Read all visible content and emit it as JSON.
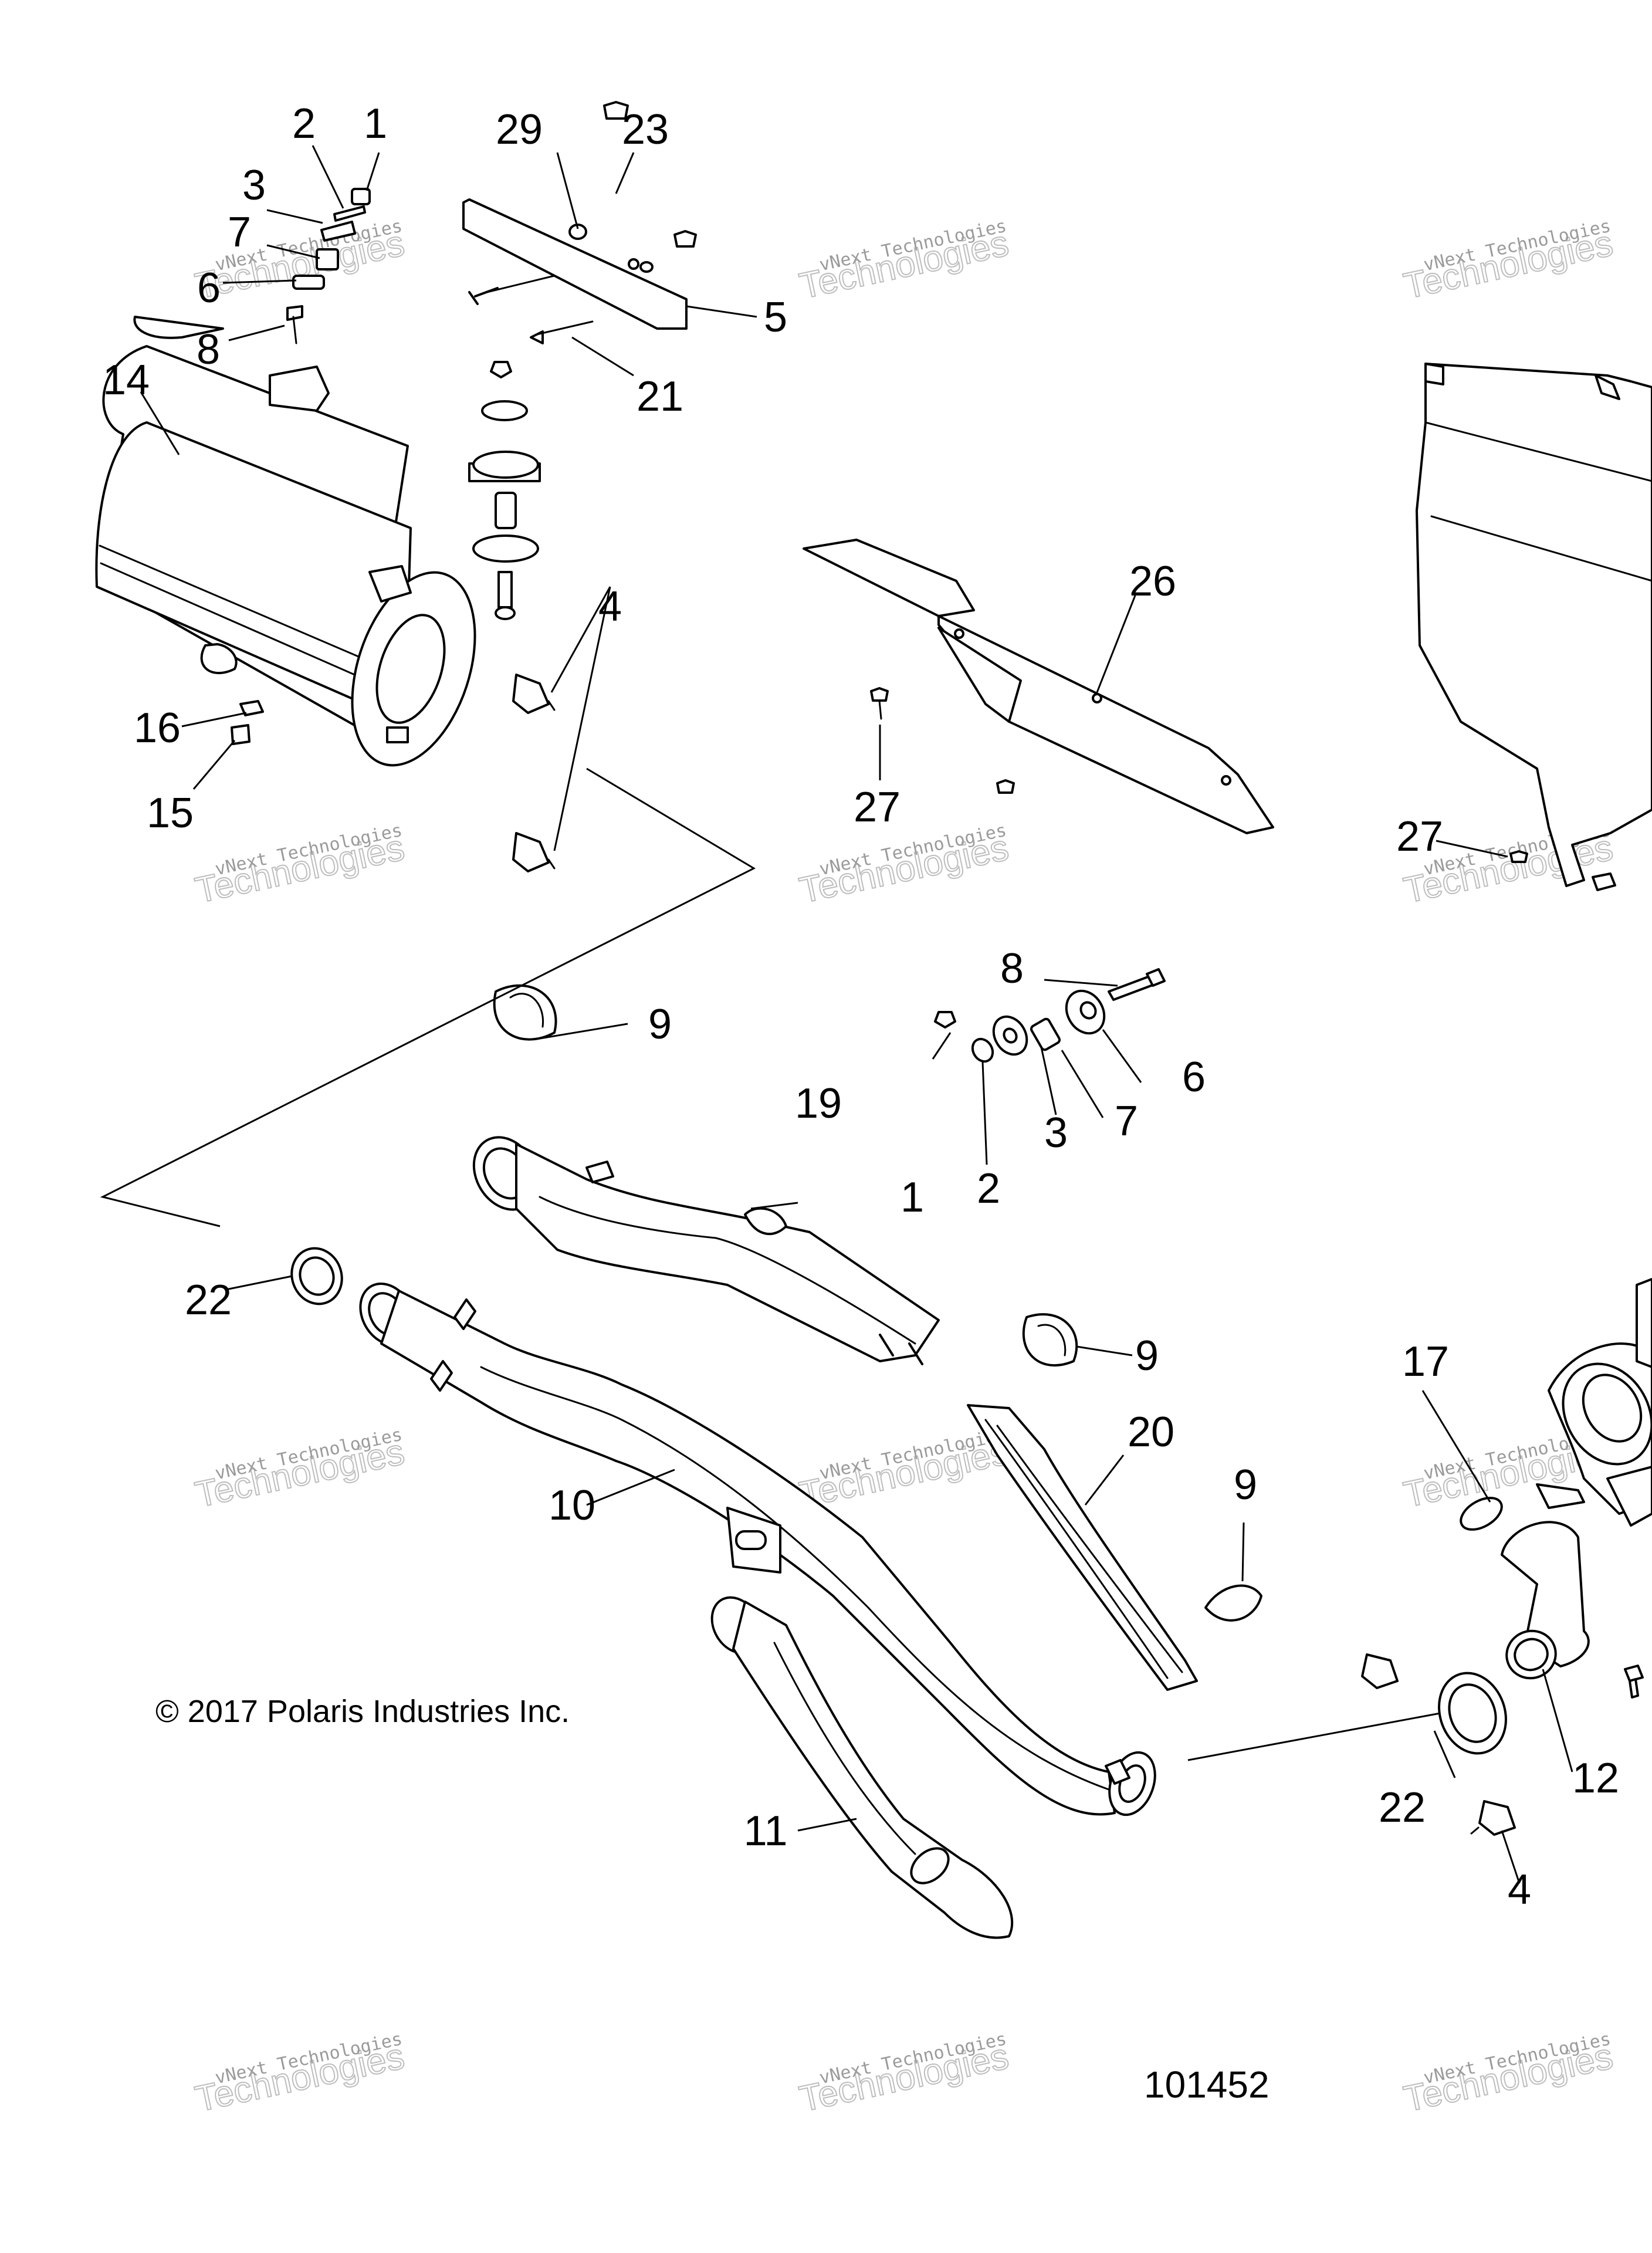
{
  "diagram_id": "101452",
  "copyright": "© 2017 Polaris Industries Inc.",
  "watermark": {
    "line1": "vNext Technologies",
    "line2": "Technologies"
  },
  "callouts": {
    "c1a": "1",
    "c2a": "2",
    "c3a": "3",
    "c7a": "7",
    "c6a": "6",
    "c8a": "8",
    "c29": "29",
    "c23": "23",
    "c5": "5",
    "c21": "21",
    "c14": "14",
    "c16": "16",
    "c15": "15",
    "c4a": "4",
    "c26": "26",
    "c27a": "27",
    "c27b": "27",
    "c8b": "8",
    "c6b": "6",
    "c7b": "7",
    "c3b": "3",
    "c2b": "2",
    "c1b": "1",
    "c9a": "9",
    "c19": "19",
    "c22a": "22",
    "c9b": "9",
    "c20": "20",
    "c9c": "9",
    "c10": "10",
    "c11": "11",
    "c17": "17",
    "c22b": "22",
    "c12": "12",
    "c4b": "4"
  }
}
